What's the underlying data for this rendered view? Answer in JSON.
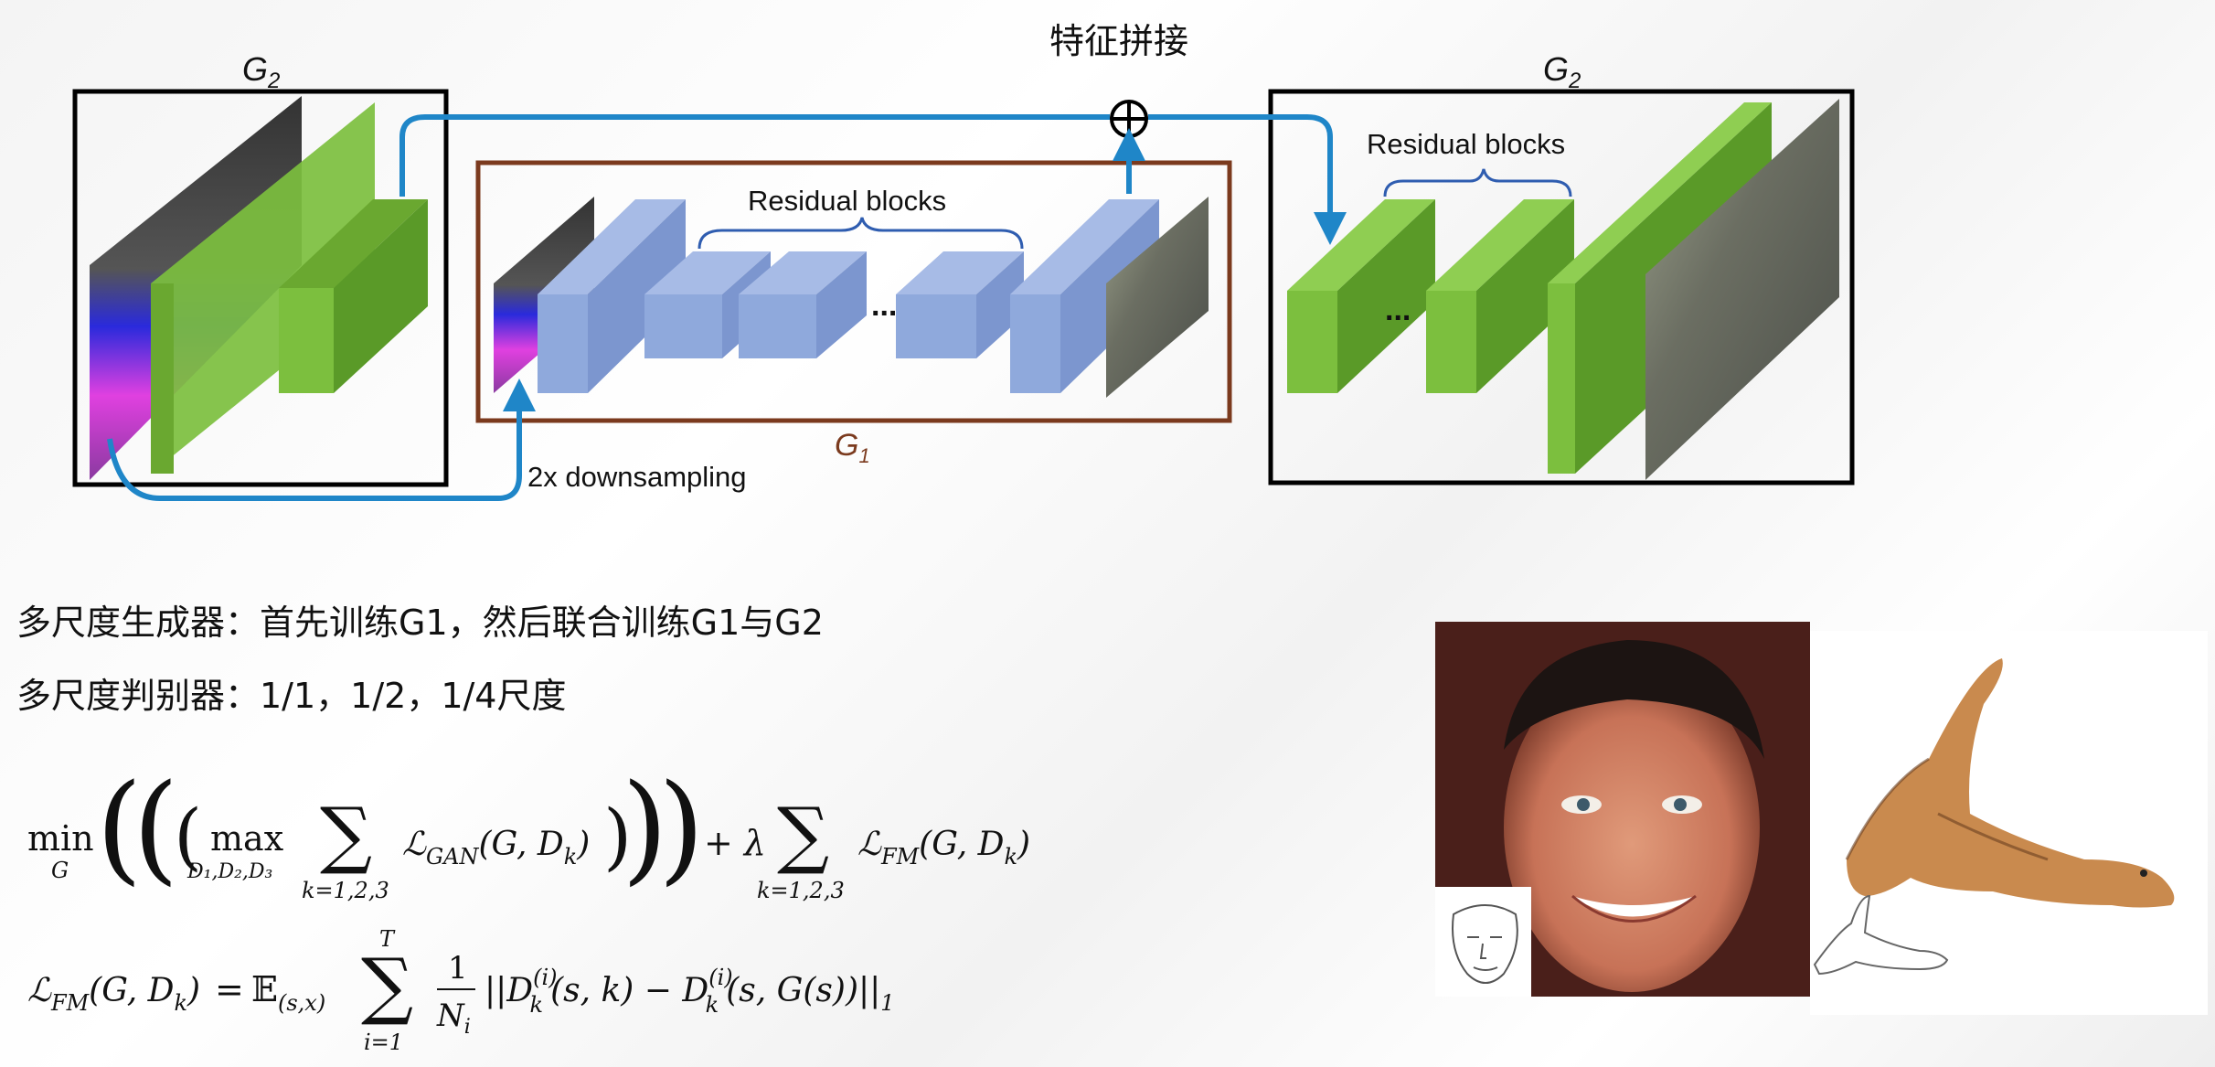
{
  "diagram": {
    "title_top": "特征拼接",
    "g2_label": "G",
    "g2_subscript": "2",
    "g1_label": "G",
    "g1_subscript": "1",
    "residual_label_g1": "Residual blocks",
    "residual_label_g2": "Residual blocks",
    "downsampling_label": "2x downsampling",
    "ellipsis": "...",
    "plus_symbol": "⊕"
  },
  "text_lines": {
    "line1": "多尺度生成器：首先训练G1，然后联合训练G1与G2",
    "line2": "多尺度判别器：1/1，1/2，1/4尺度"
  },
  "formula": {
    "min": "min",
    "min_sub": "G",
    "max": "max",
    "max_sub": "D₁,D₂,D₃",
    "sum_sub": "k=1,2,3",
    "loss_gan": "ℒ",
    "loss_gan_sub": "GAN",
    "g_dk": "(G, D",
    "k": "k",
    "plus_lambda": "+ λ",
    "loss_fm": "ℒ",
    "loss_fm_sub": "FM",
    "expectation": "𝔼",
    "expectation_sub": "(s,x)",
    "sum_top": "T",
    "sum_bottom": "i=1",
    "one": "1",
    "n_i": "N",
    "n_sub": "i",
    "norm_open": "||D",
    "sup_i": "(i)",
    "arg1": "(s, k) − D",
    "arg2": "(s, G(s))||",
    "norm_sub": "1",
    "equals": "="
  },
  "colors": {
    "green": "#7cbf3e",
    "green_dark": "#5a9a28",
    "blue_box": "#8fa9dc",
    "blue_box_dark": "#6d89c4",
    "arrow_blue": "#1f86c8",
    "g1_frame": "#7b3a1e"
  }
}
